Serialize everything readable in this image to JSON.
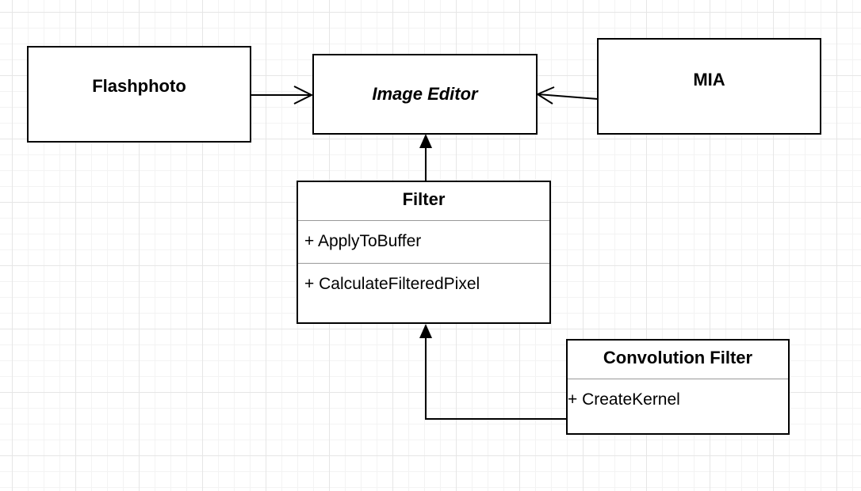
{
  "classes": {
    "flashphoto": "Flashphoto",
    "image_editor": "Image Editor",
    "mia": "MIA",
    "filter": {
      "name": "Filter",
      "operations": [
        "+ ApplyToBuffer",
        "+ CalculateFilteredPixel"
      ]
    },
    "convolution_filter": {
      "name": "Convolution Filter",
      "operations": [
        "+ CreateKernel"
      ]
    }
  },
  "relations": [
    {
      "from": "Flashphoto",
      "to": "Image Editor",
      "arrow": "open"
    },
    {
      "from": "MIA",
      "to": "Image Editor",
      "arrow": "open"
    },
    {
      "from": "Filter",
      "to": "Image Editor",
      "arrow": "filled"
    },
    {
      "from": "Convolution Filter",
      "to": "Filter",
      "arrow": "filled"
    }
  ],
  "colors": {
    "line": "#000000",
    "grid": "#e6e6e6",
    "divider": "#999999"
  }
}
